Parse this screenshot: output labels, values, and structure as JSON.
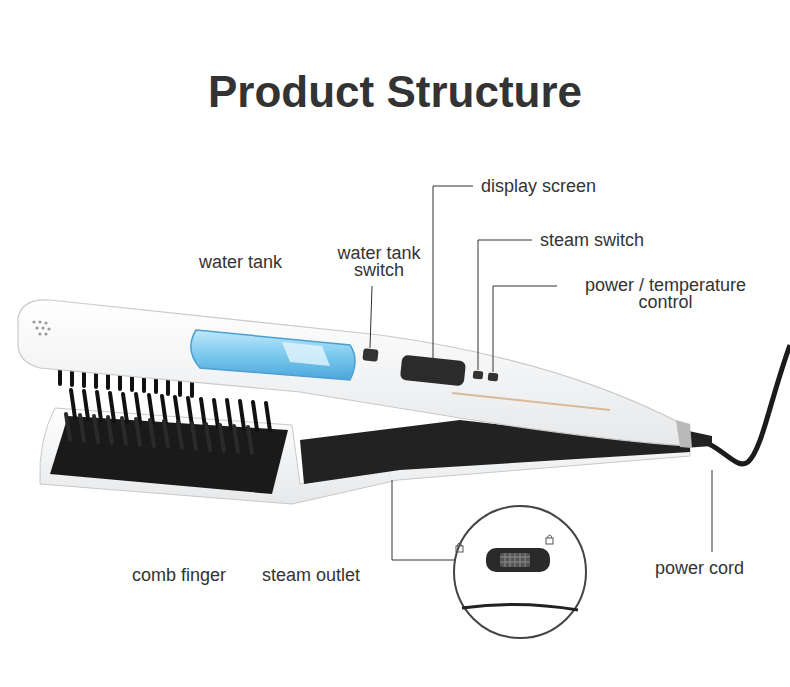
{
  "diagram": {
    "title": "Product Structure",
    "labels": [
      "display screen",
      "water tank",
      "water tank switch",
      "steam switch",
      "power / temperature control",
      "comb finger",
      "steam outlet",
      "power cord"
    ]
  }
}
